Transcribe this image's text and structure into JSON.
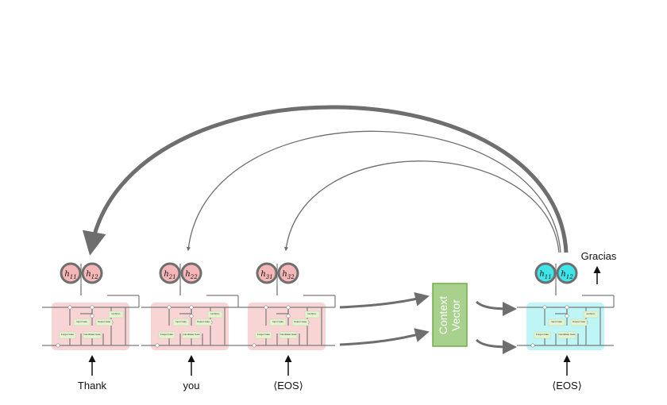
{
  "encoder": {
    "cells": [
      {
        "word": "Thank",
        "h": [
          {
            "base": "h",
            "sub": "11"
          },
          {
            "base": "h",
            "sub": "12"
          }
        ]
      },
      {
        "word": "you",
        "h": [
          {
            "base": "h",
            "sub": "21"
          },
          {
            "base": "h",
            "sub": "22"
          }
        ]
      },
      {
        "word": "⟨EOS⟩",
        "h": [
          {
            "base": "h",
            "sub": "31"
          },
          {
            "base": "h",
            "sub": "32"
          }
        ]
      }
    ],
    "cell_color": "#f9d4d4",
    "hidden_color": "#f4b6b6"
  },
  "context": {
    "line1": "Context",
    "line2": "Vector",
    "color": "#a9d18e",
    "border": "#70ad47"
  },
  "decoder": {
    "input_word": "⟨EOS⟩",
    "output_word": "Gracias",
    "h": [
      {
        "base": "h",
        "sub": "11"
      },
      {
        "base": "h",
        "sub": "12"
      }
    ],
    "cell_color": "#bff5f7",
    "hidden_color": "#3ee6ea"
  },
  "gates": {
    "forget": "Forget Gate",
    "input": "Input Gate",
    "candidate": "Candidate Gate",
    "output": "Output Gate",
    "tanh": "tanh(Cₜ)"
  }
}
